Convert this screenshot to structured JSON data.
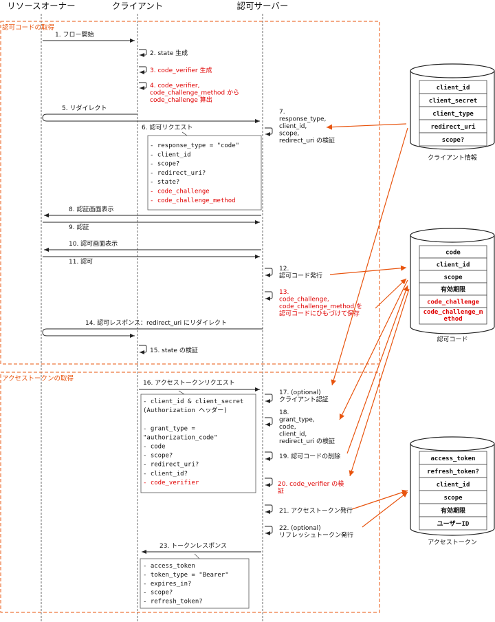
{
  "actors": {
    "resource_owner": "リソースオーナー",
    "client": "クライアント",
    "auth_server": "認可サーバー"
  },
  "sections": {
    "auth_code": "認可コードの取得",
    "access_token": "アクセストークンの取得"
  },
  "messages": [
    {
      "id": "m1",
      "lines": [
        "1. フロー開始"
      ],
      "red": false
    },
    {
      "id": "m2",
      "lines": [
        "2. state 生成"
      ],
      "red": false
    },
    {
      "id": "m3",
      "lines": [
        "3. code_verifier 生成"
      ],
      "red": true
    },
    {
      "id": "m4",
      "lines": [
        "4. code_verifier,",
        "code_challenge_method から",
        "code_challenge 算出"
      ],
      "red": true
    },
    {
      "id": "m5",
      "lines": [
        "5. リダイレクト"
      ],
      "red": false
    },
    {
      "id": "m6",
      "lines": [
        "6. 認可リクエスト"
      ],
      "red": false
    },
    {
      "id": "m7",
      "lines": [
        "7.",
        "response_type,",
        "client_id,",
        "scope,",
        "redirect_uri の検証"
      ],
      "red": false
    },
    {
      "id": "m8",
      "lines": [
        "8. 認証画面表示"
      ],
      "red": false
    },
    {
      "id": "m9",
      "lines": [
        "9. 認証"
      ],
      "red": false
    },
    {
      "id": "m10",
      "lines": [
        "10. 認可画面表示"
      ],
      "red": false
    },
    {
      "id": "m11",
      "lines": [
        "11. 認可"
      ],
      "red": false
    },
    {
      "id": "m12",
      "lines": [
        "12.",
        "認可コード発行"
      ],
      "red": false
    },
    {
      "id": "m13",
      "lines": [
        "13.",
        "code_challenge,",
        "code_challenge_method を",
        "認可コードにひもづけて保存"
      ],
      "red": true
    },
    {
      "id": "m14",
      "lines": [
        "14. 認可レスポンス：redirect_uri にリダイレクト"
      ],
      "red": false
    },
    {
      "id": "m15",
      "lines": [
        "15. state の検証"
      ],
      "red": false
    },
    {
      "id": "m16",
      "lines": [
        "16. アクセストークンリクエスト"
      ],
      "red": false
    },
    {
      "id": "m17",
      "lines": [
        "17. (optional)",
        "クライアント認証"
      ],
      "red": false
    },
    {
      "id": "m18",
      "lines": [
        "18.",
        "grant_type,",
        "code,",
        "client_id,",
        "redirect_uri の検証"
      ],
      "red": false
    },
    {
      "id": "m19",
      "lines": [
        "19. 認可コードの削除"
      ],
      "red": false
    },
    {
      "id": "m20",
      "lines": [
        "20. code_verifier の検",
        "証"
      ],
      "red": true
    },
    {
      "id": "m21",
      "lines": [
        "21. アクセストークン発行"
      ],
      "red": false
    },
    {
      "id": "m22",
      "lines": [
        "22. (optional)",
        "リフレッシュトークン発行"
      ],
      "red": false
    },
    {
      "id": "m23",
      "lines": [
        "23. トークンレスポンス"
      ],
      "red": false
    }
  ],
  "notes": {
    "auth_request": [
      {
        "text": "- response_type = \"code\"",
        "red": false
      },
      {
        "text": "- client_id",
        "red": false
      },
      {
        "text": "- scope?",
        "red": false
      },
      {
        "text": "- redirect_uri?",
        "red": false
      },
      {
        "text": "- state?",
        "red": false
      },
      {
        "text": "- code_challenge",
        "red": true
      },
      {
        "text": "- code_challenge_method",
        "red": true
      }
    ],
    "token_request": [
      {
        "text": "- client_id & client_secret",
        "red": false
      },
      {
        "text": "  (Authorization ヘッダー)",
        "red": false
      },
      {
        "text": "",
        "red": false
      },
      {
        "text": "- grant_type =",
        "red": false
      },
      {
        "text": "      \"authorization_code\"",
        "red": false
      },
      {
        "text": "- code",
        "red": false
      },
      {
        "text": "- scope?",
        "red": false
      },
      {
        "text": "- redirect_uri?",
        "red": false
      },
      {
        "text": "- client_id?",
        "red": false
      },
      {
        "text": "- code_verifier",
        "red": true
      }
    ],
    "token_response": [
      {
        "text": "- access_token",
        "red": false
      },
      {
        "text": "- token_type = \"Bearer\"",
        "red": false
      },
      {
        "text": "- expires_in?",
        "red": false
      },
      {
        "text": "- scope?",
        "red": false
      },
      {
        "text": "- refresh_token?",
        "red": false
      }
    ]
  },
  "stores": {
    "client_info": {
      "caption": "クライアント情報",
      "fields": [
        {
          "text": "client_id",
          "red": false
        },
        {
          "text": "client_secret",
          "red": false
        },
        {
          "text": "client_type",
          "red": false
        },
        {
          "text": "redirect_uri",
          "red": false
        },
        {
          "text": "scope?",
          "red": false
        }
      ]
    },
    "auth_code": {
      "caption": "認可コード",
      "fields": [
        {
          "text": "code",
          "red": false
        },
        {
          "text": "client_id",
          "red": false
        },
        {
          "text": "scope",
          "red": false
        },
        {
          "text": "有効期限",
          "red": false
        },
        {
          "text": "code_challenge",
          "red": true
        },
        {
          "text": "code_challenge_m|ethod",
          "red": true
        }
      ]
    },
    "access_token": {
      "caption": "アクセストークン",
      "fields": [
        {
          "text": "access_token",
          "red": false
        },
        {
          "text": "refresh_token?",
          "red": false
        },
        {
          "text": "client_id",
          "red": false
        },
        {
          "text": "scope",
          "red": false
        },
        {
          "text": "有効期限",
          "red": false
        },
        {
          "text": "ユーザーID",
          "red": false
        }
      ]
    }
  },
  "colors": {
    "accent": "#e8540e",
    "red_text": "#e00000",
    "section_border": "#e8540e",
    "line": "#333333"
  }
}
